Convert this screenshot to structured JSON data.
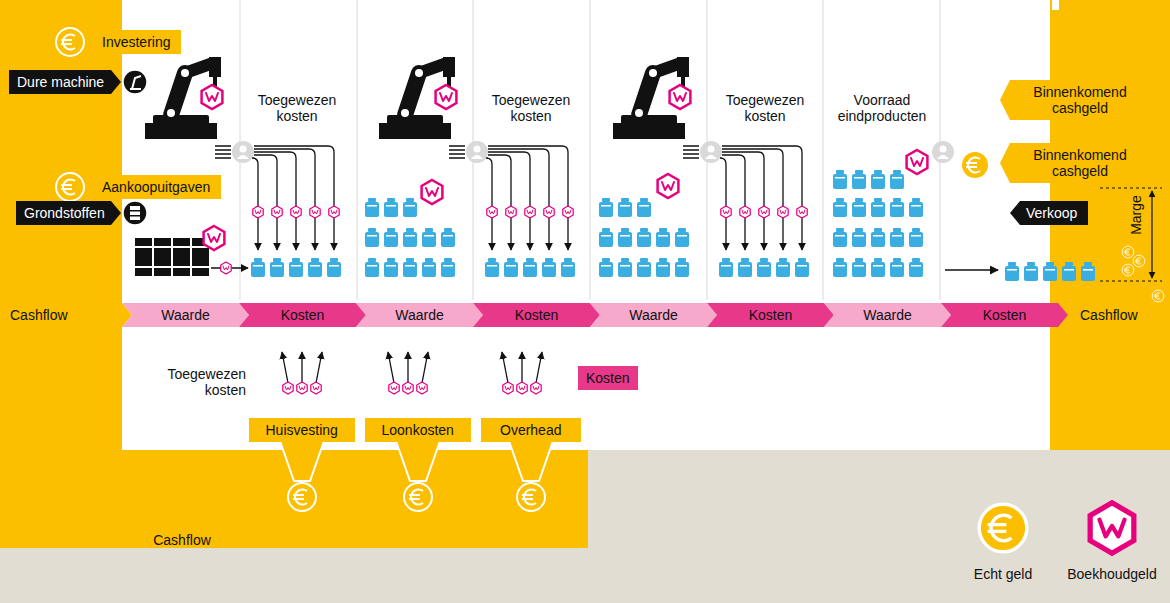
{
  "diagram": {
    "nodes": [
      {
        "text": [
          "Investering"
        ]
      },
      {
        "text": [
          "Dure machine"
        ]
      },
      {
        "text": [
          "Aankoopuitgaven"
        ]
      },
      {
        "text": [
          "Grondstoffen"
        ]
      },
      {
        "text": [
          "Binnenkomend cashgeld"
        ]
      },
      {
        "text": [
          "Binnenkomend cashgeld"
        ]
      },
      {
        "text": [
          "Verkoop"
        ]
      },
      {
        "text": [
          "Waarde"
        ]
      },
      {
        "text": [
          "Kosten"
        ]
      },
      {
        "text": [
          "Waarde"
        ]
      },
      {
        "text": [
          "Kosten"
        ]
      },
      {
        "text": [
          "Waarde"
        ]
      },
      {
        "text": [
          "Kosten"
        ]
      },
      {
        "text": [
          "Waarde"
        ]
      },
      {
        "text": [
          "Kosten"
        ]
      },
      {
        "text": [
          "Kosten"
        ]
      },
      {
        "text": [
          "Huisvesting"
        ]
      },
      {
        "text": [
          "Loonkosten"
        ]
      },
      {
        "text": [
          "Overhead"
        ]
      }
    ],
    "labels": [
      "Toegewezen kosten",
      "Toegewezen kosten",
      "Toegewezen kosten",
      "Voorraad eindproducten",
      "Marge",
      "Cashflow",
      "Cashflow",
      "Toegewezen kosten",
      "Cashflow"
    ],
    "legend": [
      {
        "text": "Echt geld"
      },
      {
        "text": "Boekhoudgeld"
      }
    ]
  }
}
